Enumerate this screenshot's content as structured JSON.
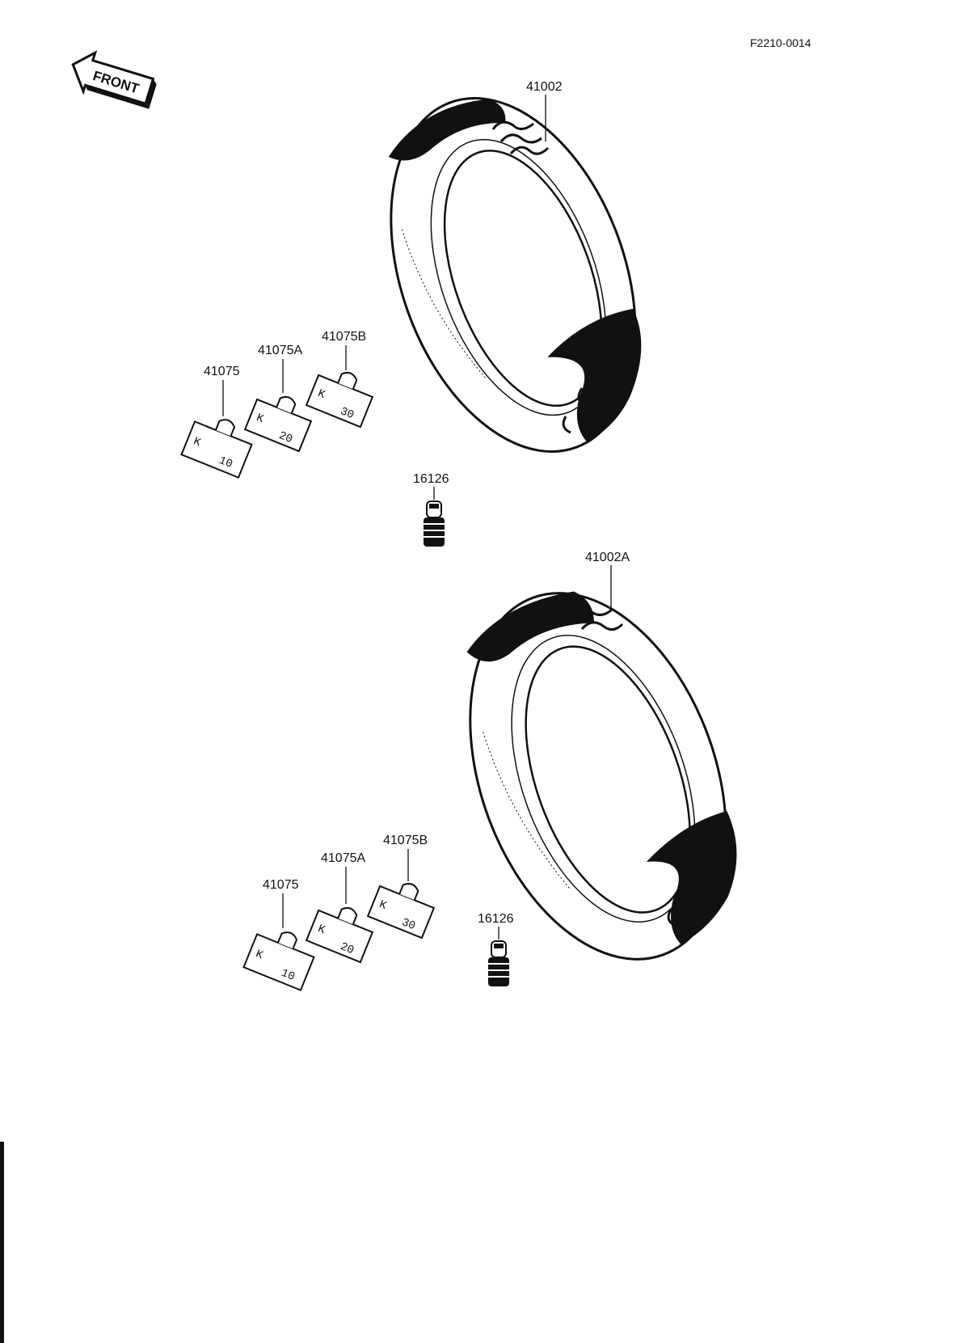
{
  "diagram_code": "F2210-0014",
  "front_arrow": {
    "label": "FRONT"
  },
  "upper_assembly": {
    "tire_label": "41002",
    "valve_label": "16126",
    "weights": [
      {
        "part": "41075",
        "mark": "10"
      },
      {
        "part": "41075A",
        "mark": "20"
      },
      {
        "part": "41075B",
        "mark": "30"
      }
    ]
  },
  "lower_assembly": {
    "tire_label": "41002A",
    "valve_label": "16126",
    "weights": [
      {
        "part": "41075",
        "mark": "10"
      },
      {
        "part": "41075A",
        "mark": "20"
      },
      {
        "part": "41075B",
        "mark": "30"
      }
    ]
  },
  "colors": {
    "ink": "#111111",
    "paper": "#ffffff"
  },
  "icons": {
    "front_arrow": "arrow-left-icon",
    "weight_logo": "k-logo-icon"
  }
}
